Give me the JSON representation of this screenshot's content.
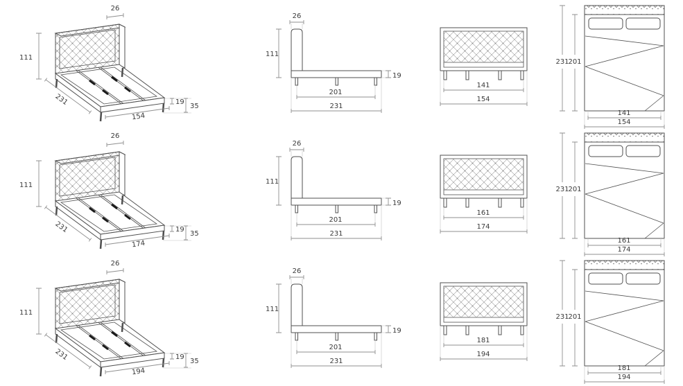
{
  "rows": [
    {
      "persp": {
        "top_thickness": "26",
        "height": "111",
        "length": "231",
        "width": "154",
        "frame_height": "19",
        "foot_height": "35"
      },
      "side": {
        "top_thickness": "26",
        "height": "111",
        "inner_length": "201",
        "length": "231",
        "frame_height": "19"
      },
      "front": {
        "inner_width": "141",
        "width": "154"
      },
      "top": {
        "length": "231",
        "inner_length": "201",
        "inner_width": "141",
        "width": "154"
      }
    },
    {
      "persp": {
        "top_thickness": "26",
        "height": "111",
        "length": "231",
        "width": "174",
        "frame_height": "19",
        "foot_height": "35"
      },
      "side": {
        "top_thickness": "26",
        "height": "111",
        "inner_length": "201",
        "length": "231",
        "frame_height": "19"
      },
      "front": {
        "inner_width": "161",
        "width": "174"
      },
      "top": {
        "length": "231",
        "inner_length": "201",
        "inner_width": "161",
        "width": "174"
      }
    },
    {
      "persp": {
        "top_thickness": "26",
        "height": "111",
        "length": "231",
        "width": "194",
        "frame_height": "19",
        "foot_height": "35"
      },
      "side": {
        "top_thickness": "26",
        "height": "111",
        "inner_length": "201",
        "length": "231",
        "frame_height": "19"
      },
      "front": {
        "inner_width": "181",
        "width": "194"
      },
      "top": {
        "length": "231",
        "inner_length": "201",
        "inner_width": "181",
        "width": "194"
      }
    }
  ]
}
